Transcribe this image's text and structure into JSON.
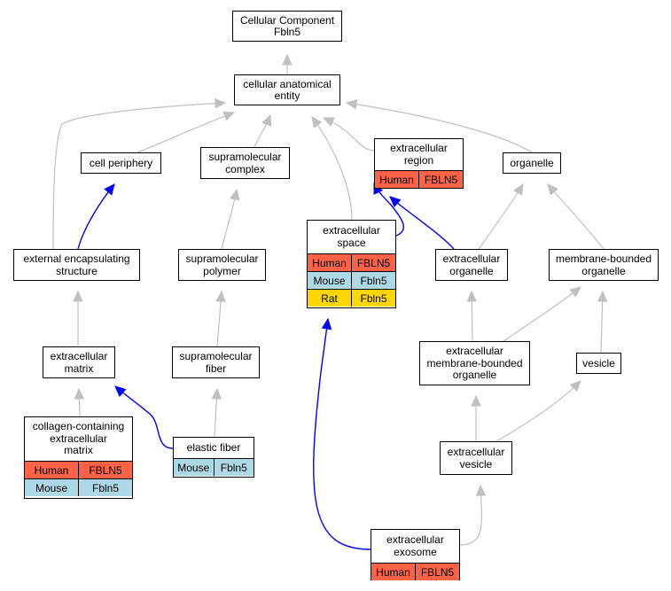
{
  "colors": {
    "Human": "#ff6347",
    "Mouse": "#add8e6",
    "Rat": "#ffd700",
    "gray_edge": "#c0c0c0",
    "blue_edge": "#0000ff"
  },
  "nodes": {
    "root": {
      "label": "Cellular Component\nFbln5",
      "rows": []
    },
    "cae": {
      "label": "cellular anatomical\nentity",
      "rows": []
    },
    "cellper": {
      "label": "cell periphery",
      "rows": []
    },
    "supracomplex": {
      "label": "supramolecular\ncomplex",
      "rows": []
    },
    "extregion": {
      "label": "extracellular\nregion",
      "rows": [
        {
          "species": "Human",
          "gene": "FBLN5"
        }
      ]
    },
    "organelle": {
      "label": "organelle",
      "rows": []
    },
    "extencap": {
      "label": "external encapsulating\nstructure",
      "rows": []
    },
    "supropoly": {
      "label": "supramolecular\npolymer",
      "rows": []
    },
    "extspace": {
      "label": "extracellular\nspace",
      "rows": [
        {
          "species": "Human",
          "gene": "FBLN5"
        },
        {
          "species": "Mouse",
          "gene": "Fbln5"
        },
        {
          "species": "Rat",
          "gene": "Fbln5"
        }
      ]
    },
    "extorg": {
      "label": "extracellular\norganelle",
      "rows": []
    },
    "membbound": {
      "label": "membrane-bounded\norganelle",
      "rows": []
    },
    "extmatrix": {
      "label": "extracellular\nmatrix",
      "rows": []
    },
    "suprafiber": {
      "label": "supramolecular\nfiber",
      "rows": []
    },
    "extmemb": {
      "label": "extracellular\nmembrane-bounded\norganelle",
      "rows": []
    },
    "vesicle": {
      "label": "vesicle",
      "rows": []
    },
    "collagen": {
      "label": "collagen-containing\nextracellular\nmatrix",
      "rows": [
        {
          "species": "Human",
          "gene": "FBLN5"
        },
        {
          "species": "Mouse",
          "gene": "Fbln5"
        }
      ]
    },
    "elastic": {
      "label": "elastic fiber",
      "rows": [
        {
          "species": "Mouse",
          "gene": "Fbln5"
        }
      ]
    },
    "extvesicle": {
      "label": "extracellular\nvesicle",
      "rows": []
    },
    "exosome": {
      "label": "extracellular\nexosome",
      "rows": [
        {
          "species": "Human",
          "gene": "FBLN5"
        }
      ]
    }
  },
  "edges": [
    {
      "from": "cae",
      "to": "root",
      "kind": "gray"
    },
    {
      "from": "cellper",
      "to": "cae",
      "kind": "gray"
    },
    {
      "from": "supracomplex",
      "to": "cae",
      "kind": "gray"
    },
    {
      "from": "extregion",
      "to": "cae",
      "kind": "gray"
    },
    {
      "from": "organelle",
      "to": "cae",
      "kind": "gray"
    },
    {
      "from": "extencap",
      "to": "cae",
      "kind": "gray"
    },
    {
      "from": "extspace",
      "to": "cae",
      "kind": "gray"
    },
    {
      "from": "extencap",
      "to": "cellper",
      "kind": "blue"
    },
    {
      "from": "supropoly",
      "to": "supracomplex",
      "kind": "gray"
    },
    {
      "from": "extspace",
      "to": "extregion",
      "kind": "blue"
    },
    {
      "from": "extorg",
      "to": "extregion",
      "kind": "blue"
    },
    {
      "from": "extorg",
      "to": "organelle",
      "kind": "gray"
    },
    {
      "from": "membbound",
      "to": "organelle",
      "kind": "gray"
    },
    {
      "from": "extmatrix",
      "to": "extencap",
      "kind": "gray"
    },
    {
      "from": "suprafiber",
      "to": "supropoly",
      "kind": "gray"
    },
    {
      "from": "extmemb",
      "to": "extorg",
      "kind": "gray"
    },
    {
      "from": "extmemb",
      "to": "membbound",
      "kind": "gray"
    },
    {
      "from": "vesicle",
      "to": "membbound",
      "kind": "gray"
    },
    {
      "from": "collagen",
      "to": "extmatrix",
      "kind": "gray"
    },
    {
      "from": "elastic",
      "to": "extmatrix",
      "kind": "blue"
    },
    {
      "from": "elastic",
      "to": "suprafiber",
      "kind": "gray"
    },
    {
      "from": "extvesicle",
      "to": "extmemb",
      "kind": "gray"
    },
    {
      "from": "extvesicle",
      "to": "vesicle",
      "kind": "gray"
    },
    {
      "from": "exosome",
      "to": "extvesicle",
      "kind": "gray"
    },
    {
      "from": "exosome",
      "to": "extspace",
      "kind": "blue"
    }
  ]
}
